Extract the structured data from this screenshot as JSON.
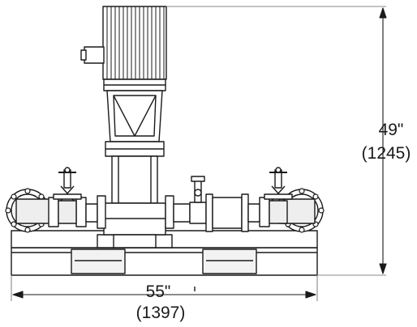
{
  "drawing": {
    "height_dimension": {
      "imperial": "49\"",
      "metric": "(1245)"
    },
    "width_dimension": {
      "imperial": "55\"",
      "metric": "(1397)"
    }
  },
  "colors": {
    "line": "#1a1a1a",
    "fill": "#ffffff",
    "shade": "#e6e6e6"
  }
}
